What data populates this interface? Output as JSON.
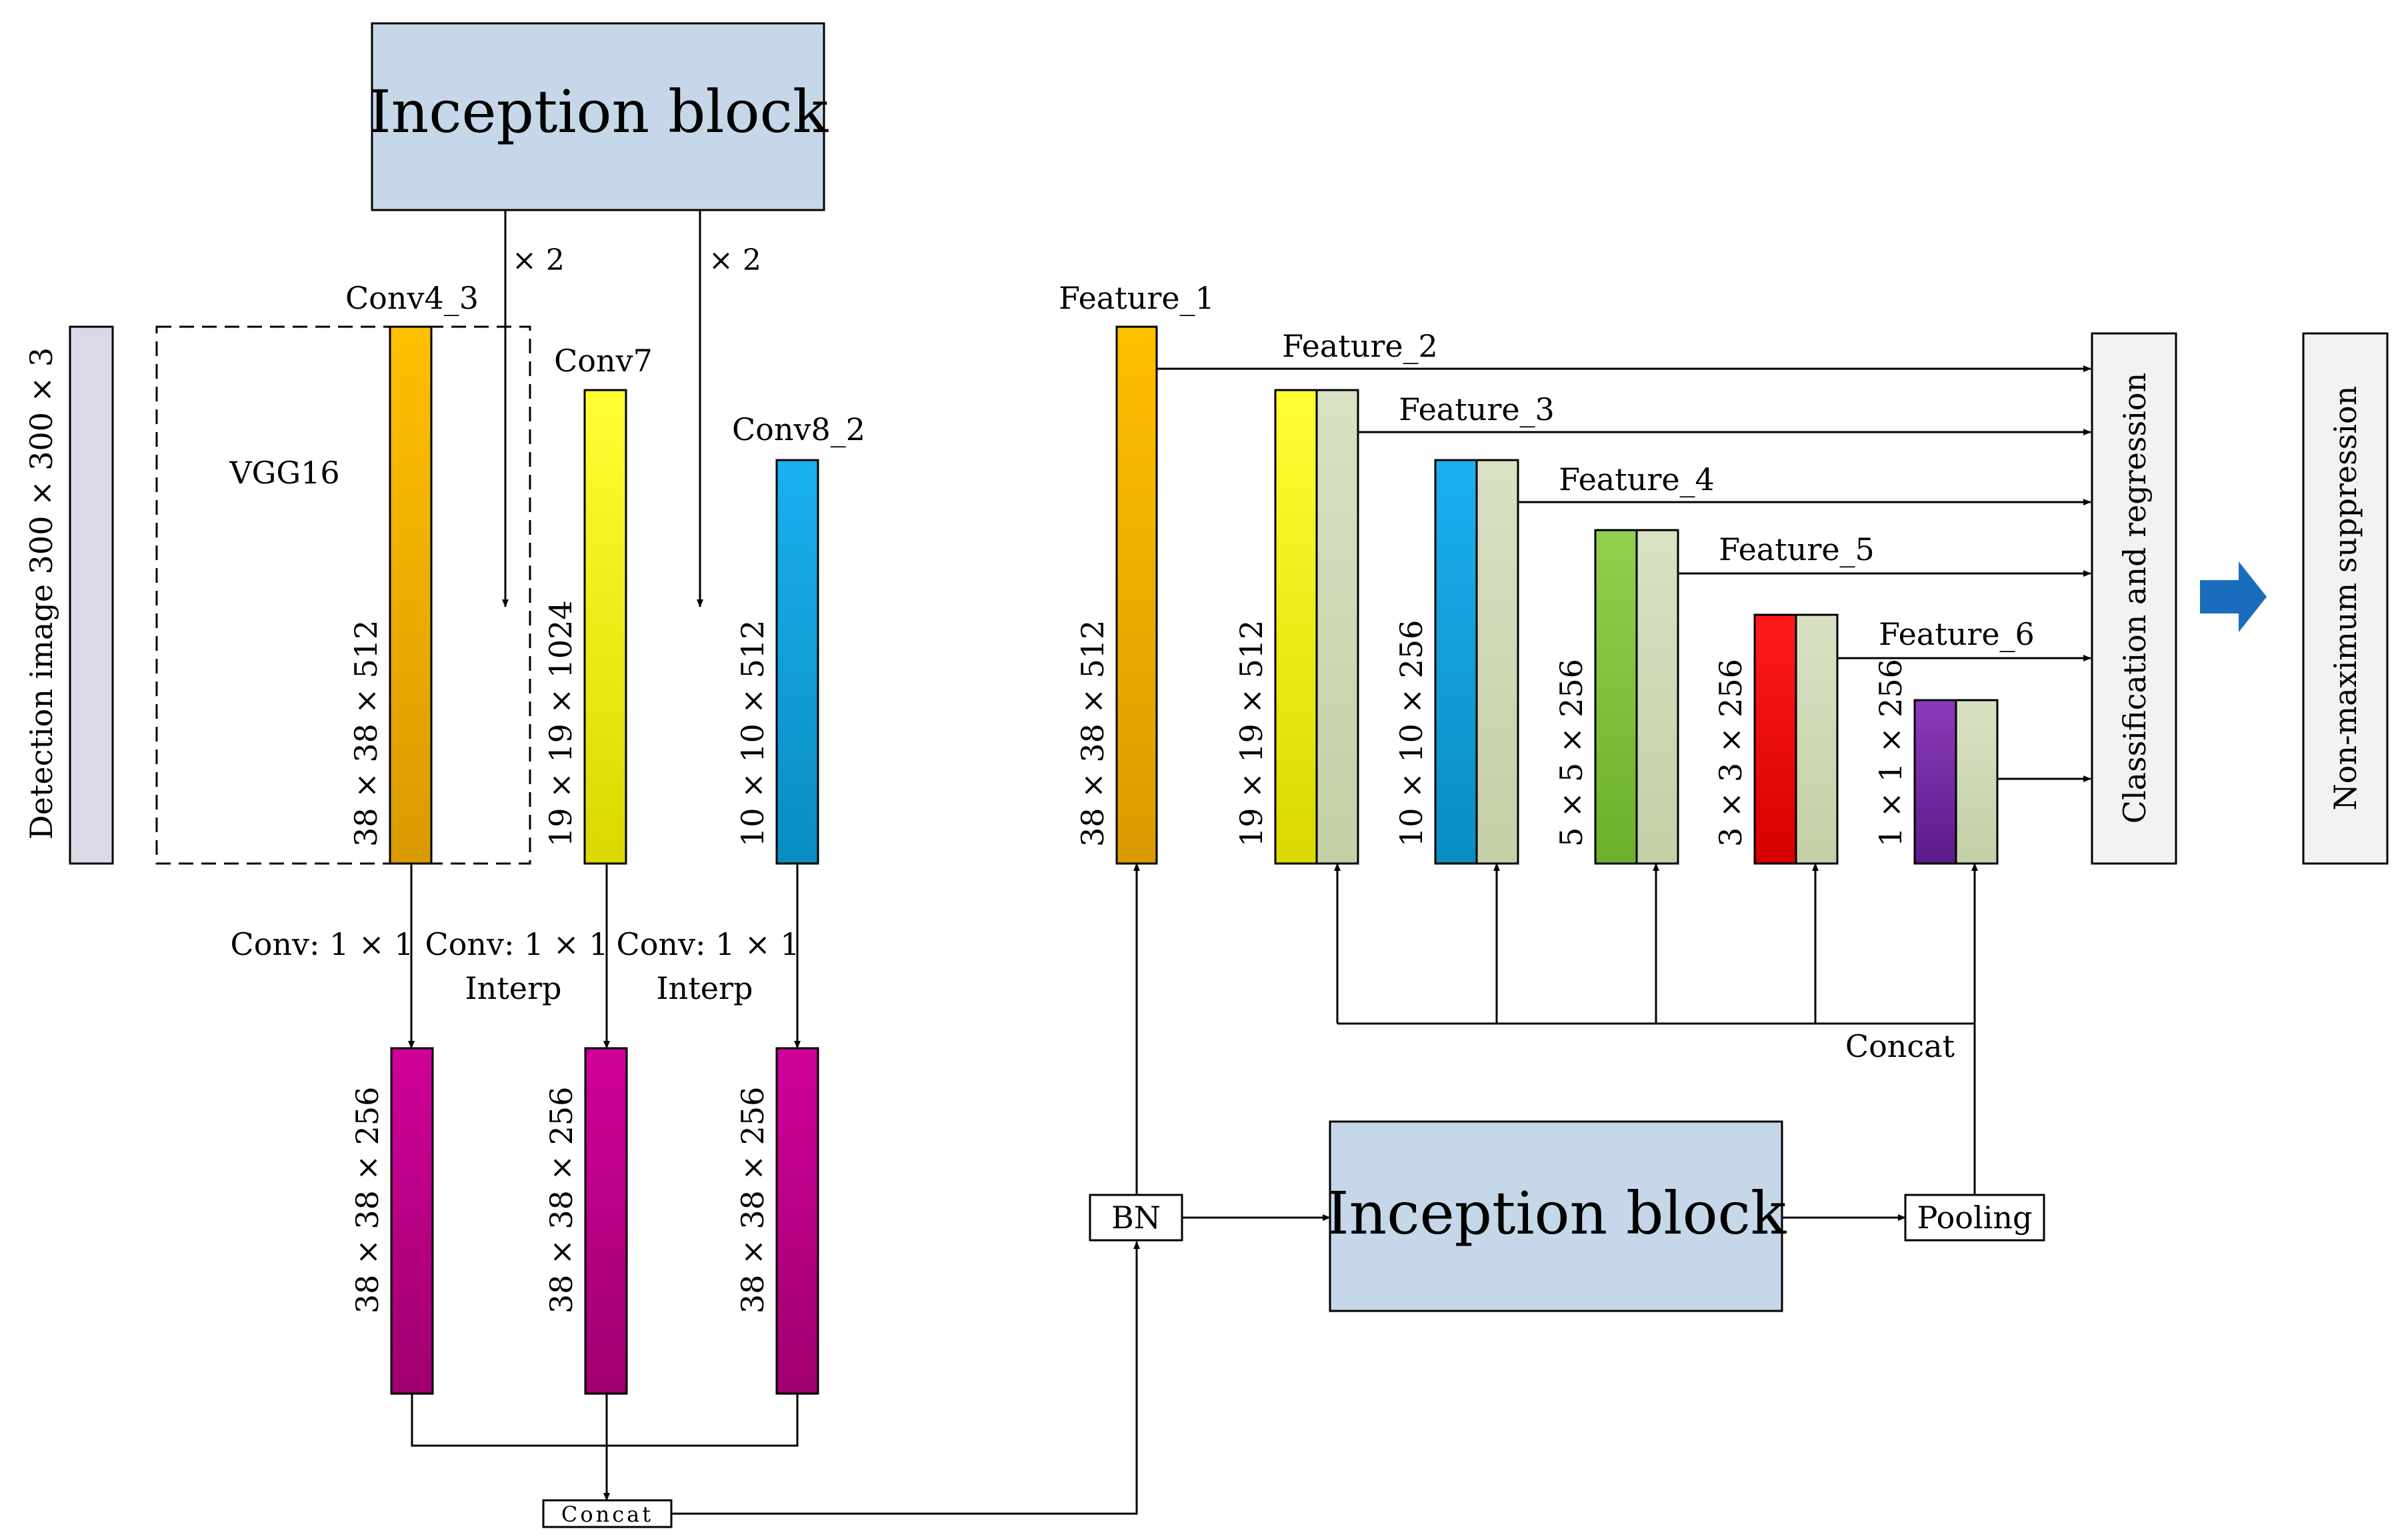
{
  "inception_top": {
    "title": "Inception block"
  },
  "inception_bottom": {
    "title": "Inception block"
  },
  "repeat_left": "× 2",
  "repeat_right": "× 2",
  "input_image": {
    "label": "Detection image 300 × 300 × 3"
  },
  "vgg": {
    "label": "VGG16"
  },
  "backbone": [
    {
      "name": "Conv4_3",
      "dims": "38 × 38 × 512",
      "color": "#f5b400"
    },
    {
      "name": "Conv7",
      "dims": "19 × 19 × 1024",
      "color": "#ffff00"
    },
    {
      "name": "Conv8_2",
      "dims": "10 × 10 × 512",
      "color": "#12a8e6"
    }
  ],
  "ops": [
    {
      "line1": "Conv: 1 × 1",
      "line2": ""
    },
    {
      "line1": "Conv: 1 × 1",
      "line2": "Interp"
    },
    {
      "line1": "Conv: 1 × 1",
      "line2": "Interp"
    }
  ],
  "resized": [
    {
      "dims": "38 × 38 × 256",
      "color": "#c0008a"
    },
    {
      "dims": "38 × 38 × 256",
      "color": "#c0008a"
    },
    {
      "dims": "38 × 38 × 256",
      "color": "#c0008a"
    }
  ],
  "concat_box": {
    "label": "Concat"
  },
  "bn_box": {
    "label": "BN"
  },
  "pooling_box": {
    "label": "Pooling"
  },
  "concat_label": "Concat",
  "features": [
    {
      "name": "Feature_1",
      "dims": "38 × 38 × 512",
      "color": "#f5b400"
    },
    {
      "name": "Feature_2",
      "dims": "19 × 19 × 512",
      "color": "#ffff00"
    },
    {
      "name": "Feature_3",
      "dims": "10 × 10 × 256",
      "color": "#12a8e6"
    },
    {
      "name": "Feature_4",
      "dims": "5 × 5 × 256",
      "color": "#8cd24c"
    },
    {
      "name": "Feature_5",
      "dims": "3 × 3 × 256",
      "color": "#ff0000"
    },
    {
      "name": "Feature_6",
      "dims": "1 × 1 × 256",
      "color": "#7b2fa8"
    }
  ],
  "fused_color": "#cfdab4",
  "classification": {
    "label": "Classification and regression"
  },
  "nms": {
    "label": "Non-maximum suppression"
  },
  "colors": {
    "inception_fill": "#c5d7e8",
    "side_box_fill": "#f2f2f2",
    "input_fill": "#ddd8e8",
    "arrow_blue": "#1a6dbd"
  }
}
